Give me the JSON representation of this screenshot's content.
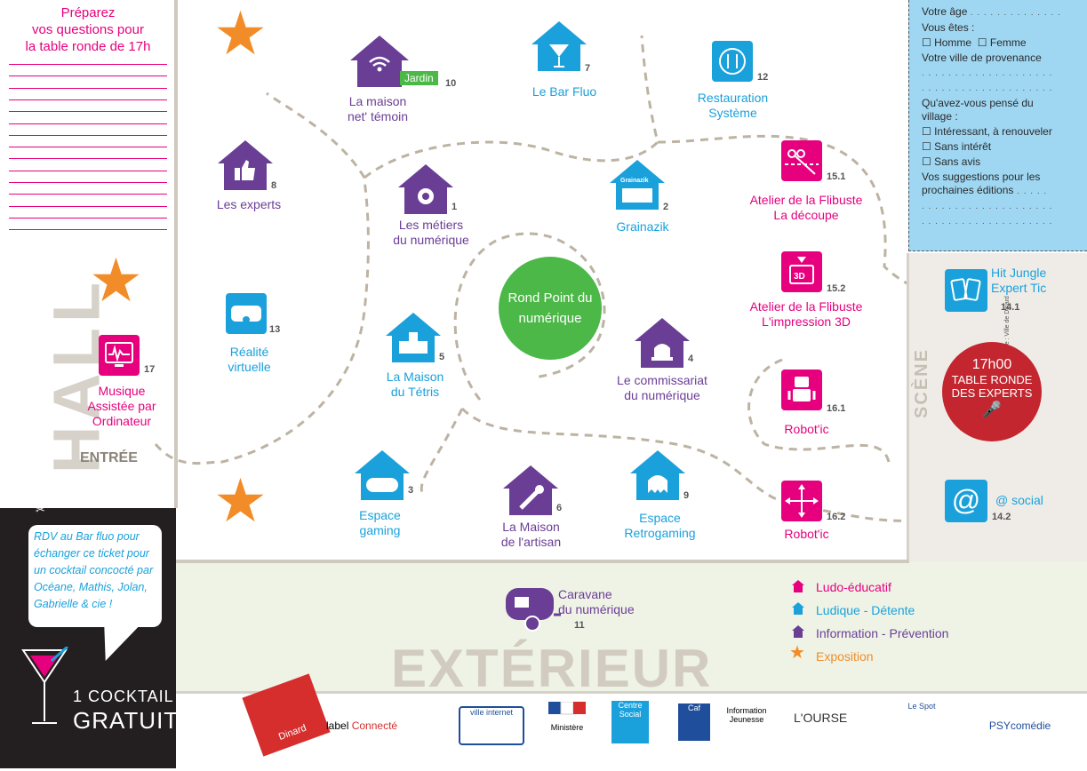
{
  "questions": {
    "title_line1": "Préparez",
    "title_line2": "vos questions pour",
    "title_line3": "la table ronde de 17h"
  },
  "hall": {
    "word": "HALL",
    "entree": "ENTRÉE"
  },
  "ticket": {
    "bubble": "RDV au Bar fluo pour échanger ce ticket pour un cocktail concocté par Océane, Mathis, Jolan, Gabrielle & cie !",
    "line1": "1 COCKTAIL",
    "line2": "GRATUIT"
  },
  "center": {
    "rond_point": "Rond Point du numérique"
  },
  "stands": [
    {
      "id": "1",
      "label1": "Les métiers",
      "label2": "du numérique",
      "color": "purple"
    },
    {
      "id": "2",
      "label1": "Grainazik",
      "label2": "",
      "color": "blue",
      "roof_text": "Grainazik"
    },
    {
      "id": "3",
      "label1": "Espace",
      "label2": "gaming",
      "color": "blue"
    },
    {
      "id": "4",
      "label1": "Le commissariat",
      "label2": "du numérique",
      "color": "purple"
    },
    {
      "id": "5",
      "label1": "La Maison",
      "label2": "du Tétris",
      "color": "blue"
    },
    {
      "id": "6",
      "label1": "La Maison",
      "label2": "de l'artisan",
      "color": "purple"
    },
    {
      "id": "7",
      "label1": "Le Bar Fluo",
      "label2": "",
      "color": "blue"
    },
    {
      "id": "8",
      "label1": "Les experts",
      "label2": "",
      "color": "purple"
    },
    {
      "id": "9",
      "label1": "Espace",
      "label2": "Retrogaming",
      "color": "blue"
    },
    {
      "id": "10",
      "label1": "La maison",
      "label2": "net' témoin",
      "color": "purple",
      "tag": "Jardin"
    },
    {
      "id": "11",
      "label1": "Caravane",
      "label2": "du numérique",
      "color": "purple"
    },
    {
      "id": "12",
      "label1": "Restauration",
      "label2": "Système",
      "color": "blue"
    },
    {
      "id": "13",
      "label1": "Réalité",
      "label2": "virtuelle",
      "color": "blue"
    },
    {
      "id": "15.1",
      "label1": "Atelier de la Flibuste",
      "label2": "La découpe",
      "color": "pink"
    },
    {
      "id": "15.2",
      "label1": "Atelier de la Flibuste",
      "label2": "L'impression 3D",
      "color": "pink",
      "icon_text": "3D"
    },
    {
      "id": "16.1",
      "label1": "Robot'ic",
      "label2": "",
      "color": "pink"
    },
    {
      "id": "16.2",
      "label1": "Robot'ic",
      "label2": "",
      "color": "pink"
    },
    {
      "id": "17",
      "label1": "Musique",
      "label2": "Assistée par",
      "label3": "Ordinateur",
      "color": "pink"
    },
    {
      "id": "14.1",
      "label1": "Hit Jungle",
      "label2": "Expert Tic",
      "color": "blue"
    },
    {
      "id": "14.2",
      "label1": "@ social",
      "label2": "",
      "color": "blue"
    }
  ],
  "scene": {
    "word": "SCÈNE",
    "table_ronde": [
      "17h00",
      "TABLE RONDE",
      "DES EXPERTS"
    ],
    "credit": "© Conception graphique : Ville de Dinard"
  },
  "exterior": {
    "word": "EXTÉRIEUR"
  },
  "legend": [
    {
      "label": "Ludo-éducatif",
      "color": "#e6007e",
      "shape": "house"
    },
    {
      "label": "Ludique - Détente",
      "color": "#1aa1db",
      "shape": "house"
    },
    {
      "label": "Information - Prévention",
      "color": "#6b3e96",
      "shape": "house"
    },
    {
      "label": "Exposition",
      "color": "#f28c28",
      "shape": "star"
    }
  ],
  "form": {
    "age": "Votre âge",
    "vous_etes": "Vous êtes :",
    "homme": "Homme",
    "femme": "Femme",
    "ville": "Votre ville de provenance",
    "avis_q1": "Qu'avez-vous pensé du",
    "avis_q2": "village :",
    "opt1": "Intéressant, à renouveler",
    "opt2": "Sans intérêt",
    "opt3": "Sans avis",
    "sugg1": "Vos suggestions pour les",
    "sugg2": "prochaines éditions"
  },
  "footer": {
    "dinard": "Dinard",
    "label": "label",
    "connecte": "Connecté",
    "logos": [
      "ville internet",
      "Ministère",
      "Centre Social",
      "Caf",
      "Information Jeunesse",
      "L'OURSE",
      "Le Spot",
      "PSYcomédie"
    ]
  },
  "colors": {
    "pink": "#e6007e",
    "blue": "#1aa1db",
    "purple": "#6b3e96",
    "orange": "#f28c28",
    "green": "#4cb848",
    "red": "#c3262f"
  }
}
